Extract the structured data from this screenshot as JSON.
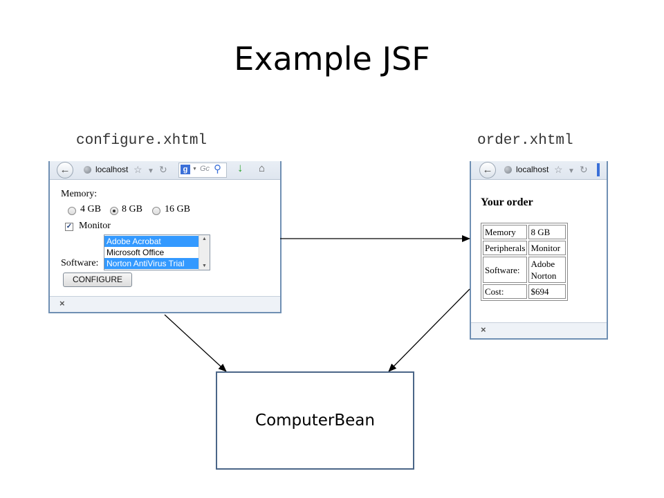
{
  "slide": {
    "title": "Example JSF"
  },
  "labels": {
    "configure_file": "configure.xhtml",
    "order_file": "order.xhtml"
  },
  "configure_window": {
    "url": "localhost",
    "search_engine_glyph": "Gc",
    "memory_label": "Memory:",
    "memory_options": [
      "4 GB",
      "8 GB",
      "16 GB"
    ],
    "memory_selected": "8 GB",
    "monitor_label": "Monitor",
    "monitor_checked": true,
    "software_label": "Software:",
    "software_options": [
      "Adobe Acrobat",
      "Microsoft Office",
      "Norton AntiVirus Trial"
    ],
    "software_selected": [
      "Adobe Acrobat",
      "Norton AntiVirus Trial"
    ],
    "configure_button": "CONFIGURE"
  },
  "order_window": {
    "url": "localhost",
    "heading": "Your order",
    "rows": [
      {
        "key": "Memory",
        "value": "8 GB"
      },
      {
        "key": "Peripherals",
        "value": "Monitor"
      },
      {
        "key": "Software:",
        "value": "Adobe Norton"
      },
      {
        "key": "Cost:",
        "value": "$694"
      }
    ]
  },
  "bean": {
    "label": "ComputerBean"
  },
  "icons": {
    "back": "back-arrow-icon",
    "globe": "globe-icon",
    "star": "star-icon",
    "reload": "reload-icon",
    "search": "search-icon",
    "download": "download-icon",
    "home": "home-icon",
    "close": "close-icon"
  },
  "colors": {
    "selection": "#3399ff",
    "window_border": "#6f8fb3",
    "bean_border": "#4a6587"
  }
}
